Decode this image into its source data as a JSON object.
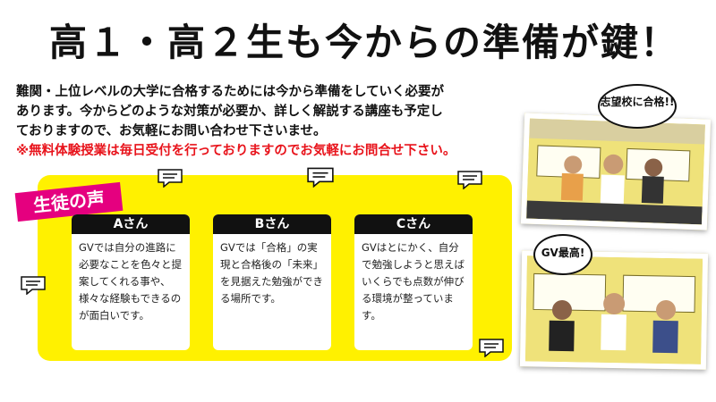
{
  "headline": "高１・高２生も今からの準備が鍵！",
  "intro": {
    "line1": "難関・上位レベルの大学に合格するためには今から準備をしていく必要が",
    "line2": "あります。今からどのような対策が必要か、詳しく解説する講座も予定し",
    "line3": "ておりますので、お気軽にお問い合わせ下さいませ。",
    "notice": "※無料体験授業は毎日受付を行っておりますのでお気軽にお問合せ下さい。"
  },
  "voices": {
    "title": "生徒の声",
    "cards": [
      {
        "name": "Aさん",
        "text": "GVでは自分の進路に必要なことを色々と提案してくれる事や、様々な経験もできるのが面白いです。"
      },
      {
        "name": "Bさん",
        "text": "GVでは「合格」の実現と合格後の「未来」を見据えた勉強ができる場所です。"
      },
      {
        "name": "Cさん",
        "text": "GVはとにかく、自分で勉強しようと思えばいくらでも点数が伸びる環境が整っています。"
      }
    ]
  },
  "photos": {
    "callout1": "志望校に合格!!",
    "callout2": "GV最高!"
  },
  "colors": {
    "panel": "#fff100",
    "accent": "#e5007f",
    "notice": "#e8131b"
  }
}
